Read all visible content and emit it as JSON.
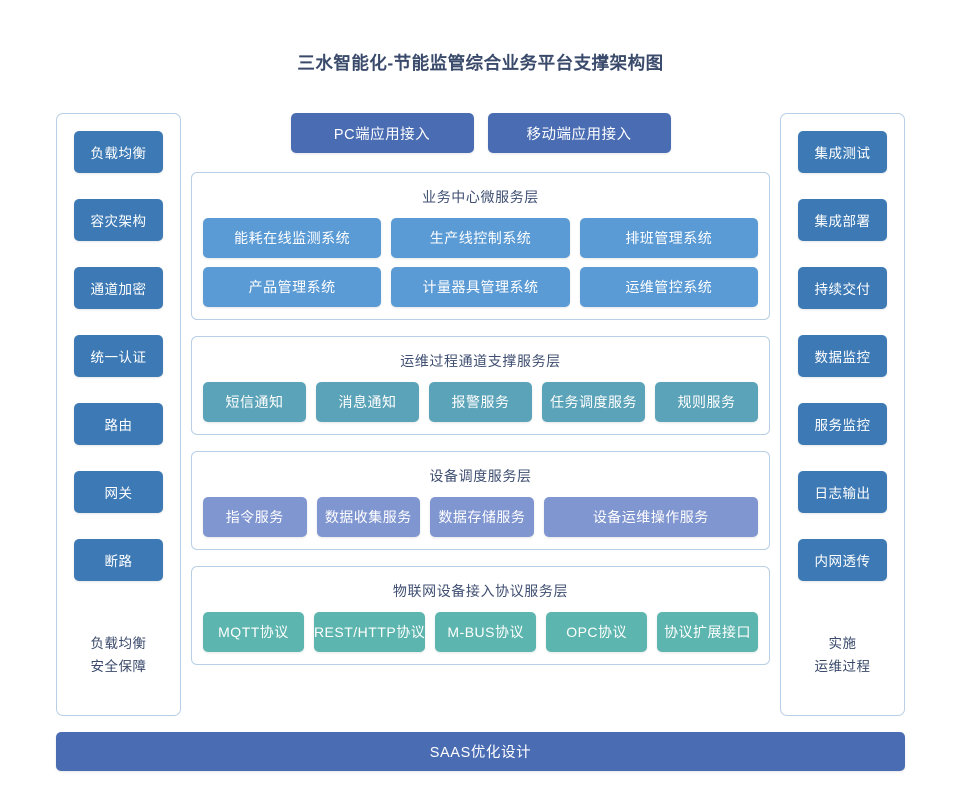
{
  "title": "三水智能化-节能监管综合业务平台支撑架构图",
  "colors": {
    "title_text": "#3a4a6b",
    "side_item": "#3d7ab5",
    "access_button": "#4a6cb3",
    "business_node": "#5b9bd5",
    "ops_node": "#5ba3b8",
    "device_node": "#8096d0",
    "iot_node": "#5cb5ae",
    "panel_border": "#b9cfe6",
    "bottom_bar": "#4a6cb3",
    "background": "#ffffff"
  },
  "left_panel": {
    "items": [
      {
        "label": "负载均衡"
      },
      {
        "label": "容灾架构"
      },
      {
        "label": "通道加密"
      },
      {
        "label": "统一认证"
      },
      {
        "label": "路由"
      },
      {
        "label": "网关"
      },
      {
        "label": "断路"
      }
    ],
    "footer_line1": "负载均衡",
    "footer_line2": "安全保障"
  },
  "right_panel": {
    "items": [
      {
        "label": "集成测试"
      },
      {
        "label": "集成部署"
      },
      {
        "label": "持续交付"
      },
      {
        "label": "数据监控"
      },
      {
        "label": "服务监控"
      },
      {
        "label": "日志输出"
      },
      {
        "label": "内网透传"
      }
    ],
    "footer_line1": "实施",
    "footer_line2": "运维过程"
  },
  "access": {
    "pc": "PC端应用接入",
    "mobile": "移动端应用接入"
  },
  "layers": [
    {
      "id": "business",
      "title": "业务中心微服务层",
      "rows": [
        [
          {
            "label": "能耗在线监测系统"
          },
          {
            "label": "生产线控制系统"
          },
          {
            "label": "排班管理系统"
          }
        ],
        [
          {
            "label": "产品管理系统"
          },
          {
            "label": "计量器具管理系统"
          },
          {
            "label": "运维管控系统"
          }
        ]
      ]
    },
    {
      "id": "ops",
      "title": "运维过程通道支撑服务层",
      "rows": [
        [
          {
            "label": "短信通知"
          },
          {
            "label": "消息通知"
          },
          {
            "label": "报警服务"
          },
          {
            "label": "任务调度服务"
          },
          {
            "label": "规则服务"
          }
        ]
      ]
    },
    {
      "id": "device",
      "title": "设备调度服务层",
      "rows": [
        [
          {
            "label": "指令服务"
          },
          {
            "label": "数据收集服务"
          },
          {
            "label": "数据存储服务"
          },
          {
            "label": "设备运维操作服务",
            "wide": true
          }
        ]
      ]
    },
    {
      "id": "iot",
      "title": "物联网设备接入协议服务层",
      "rows": [
        [
          {
            "label": "MQTT协议"
          },
          {
            "label": "REST/HTTP协议"
          },
          {
            "label": "M-BUS协议"
          },
          {
            "label": "OPC协议"
          },
          {
            "label": "协议扩展接口"
          }
        ]
      ]
    }
  ],
  "bottom_bar": "SAAS优化设计"
}
